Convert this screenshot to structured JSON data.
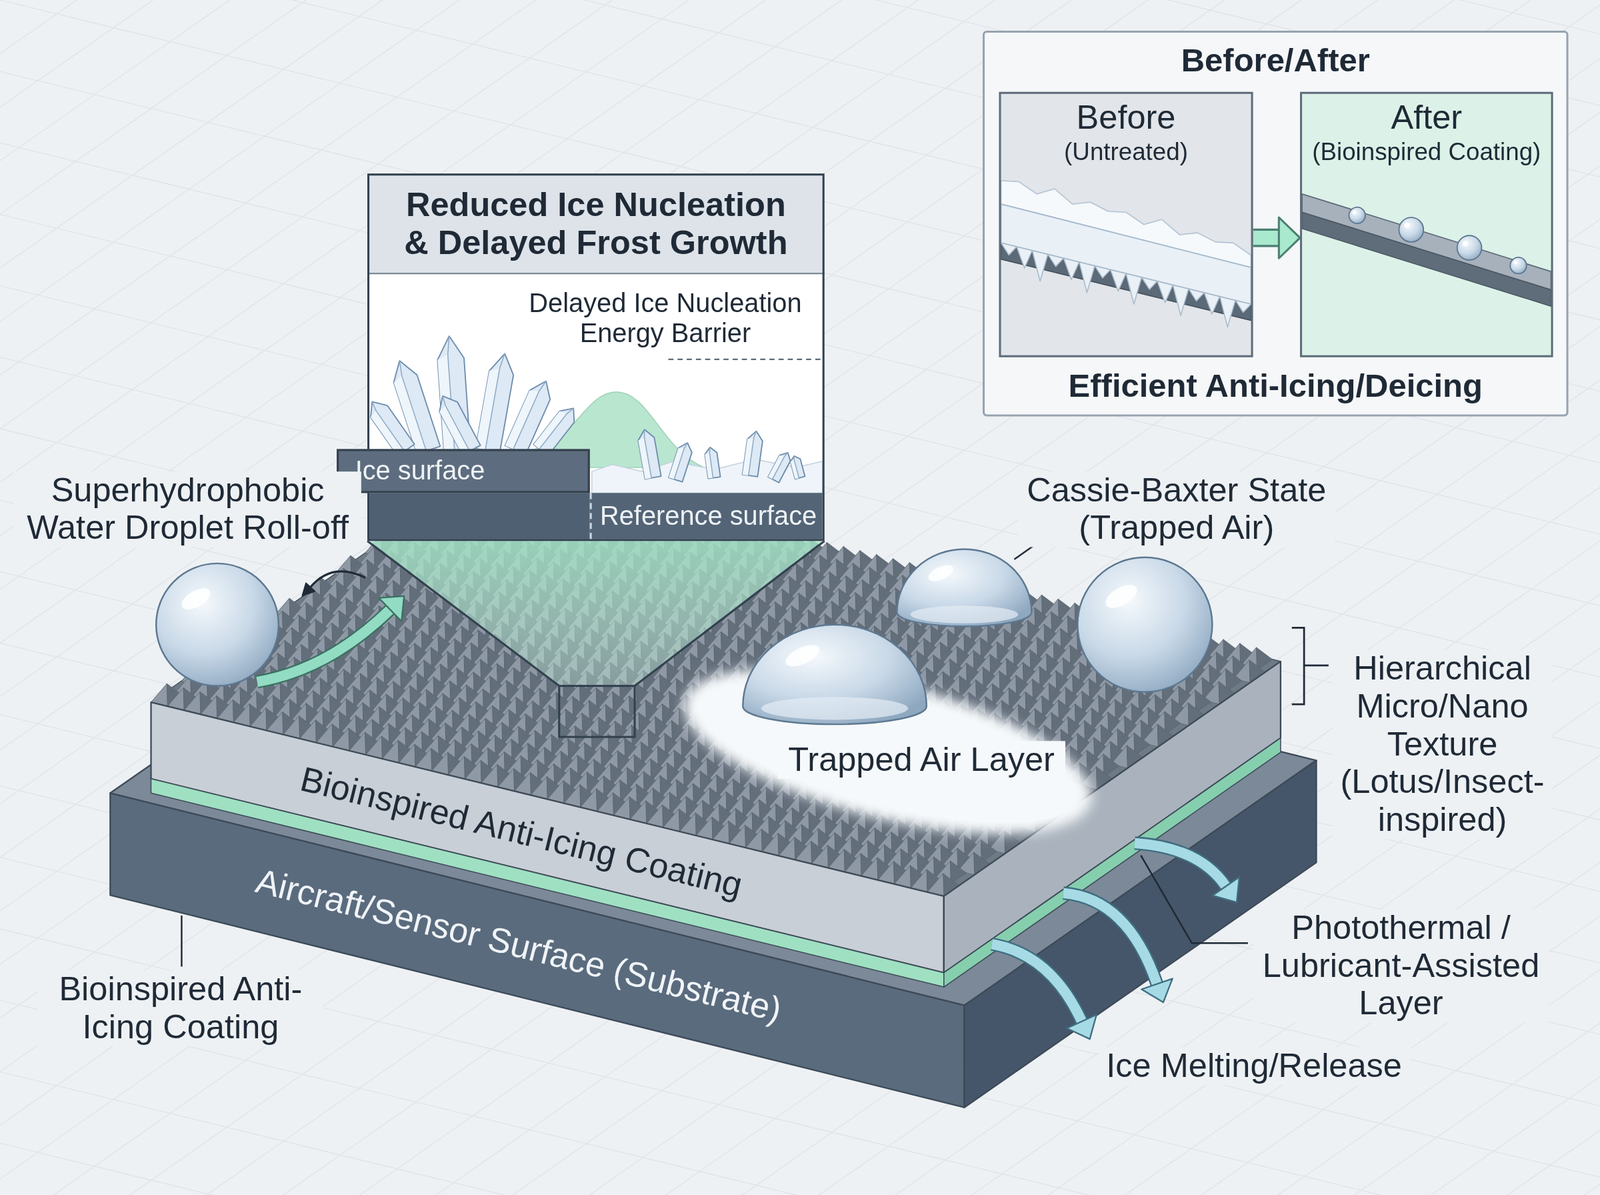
{
  "diagram": {
    "nodes": [
      {
        "text": [
          "Reduced Ice Nucleation & Delayed Frost Growth",
          "Delayed Ice Nucleation Energy Barrier"
        ]
      },
      {
        "text": [
          "Ice surface"
        ],
        "in": 0
      },
      {
        "text": [
          "Reference surface"
        ],
        "in": 0
      },
      {
        "text": [
          "Before/After",
          "Efficient Anti-Icing/Deicing"
        ]
      },
      {
        "text": [
          "Before",
          "(Untreated)"
        ],
        "in": 3
      },
      {
        "text": [
          "After",
          "(Bioinspired Coating)"
        ],
        "in": 3
      },
      {
        "text": [
          "Bioinspired Anti-Icing Coating"
        ]
      },
      {
        "text": [
          "Aircraft/Sensor Surface (Substrate)"
        ]
      }
    ],
    "edges": [
      {
        "from": 4,
        "to": 5,
        "arrow": "to"
      }
    ],
    "labels": [
      "Superhydrophobic Water Droplet Roll-off",
      "Cassie-Baxter State (Trapped Air)",
      "Trapped Air Layer",
      "Hierarchical Micro/Nano Texture (Lotus/Insect-inspired)",
      "Bioinspired Anti-Icing Coating",
      "Photothermal / Lubricant-Assisted Layer",
      "Ice Melting/Release"
    ]
  }
}
